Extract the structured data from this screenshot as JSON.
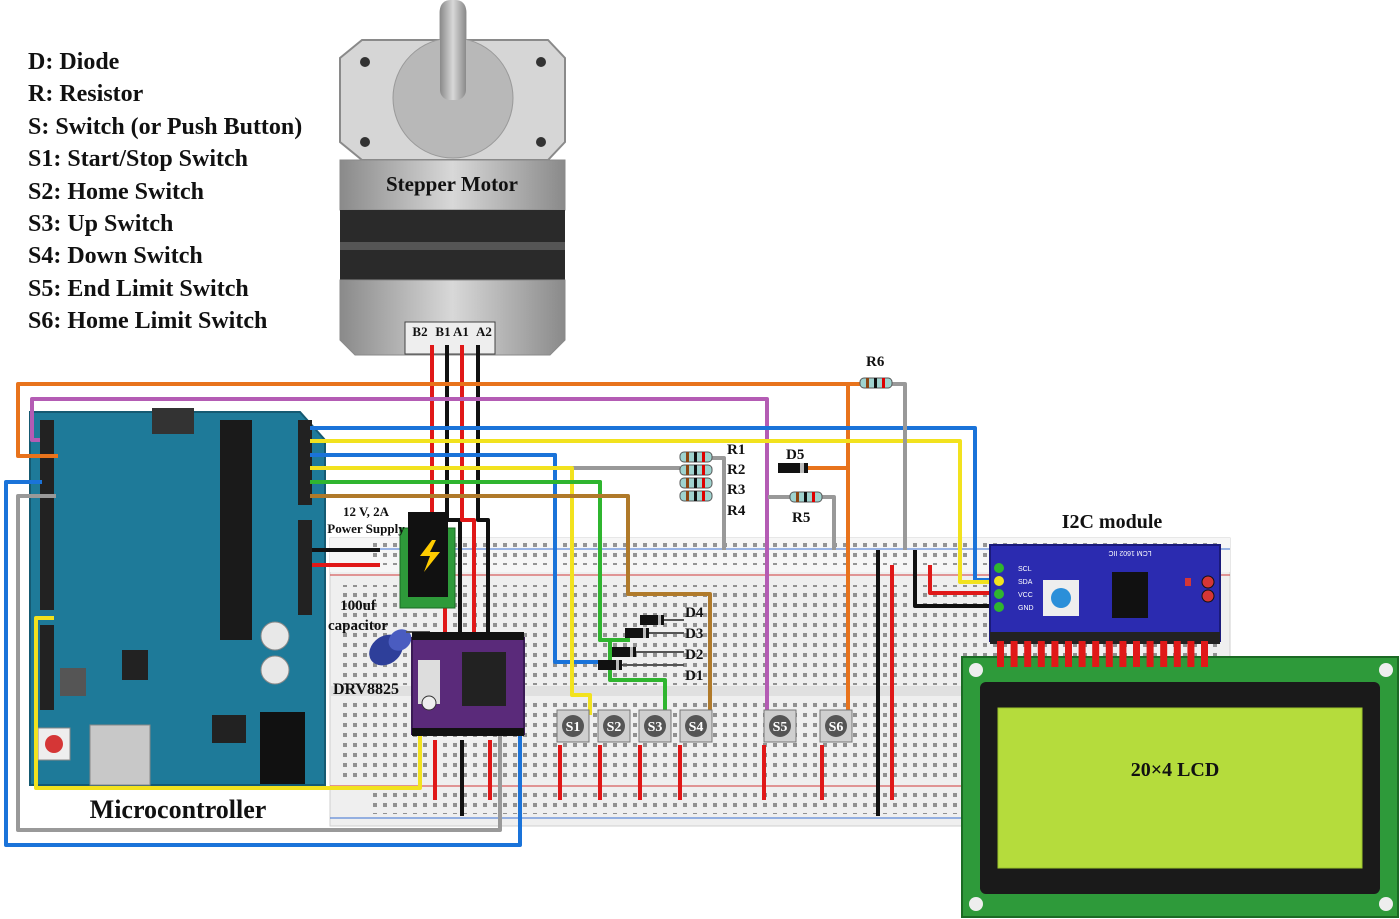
{
  "legend": [
    "D: Diode",
    "R: Resistor",
    "S:  Switch (or Push Button)",
    "S1: Start/Stop Switch",
    "S2: Home Switch",
    "S3: Up Switch",
    "S4: Down Switch",
    "S5: End Limit Switch",
    "S6: Home Limit Switch"
  ],
  "motor": {
    "label": "Stepper Motor",
    "pins": [
      "B2",
      "B1",
      "A1",
      "A2"
    ]
  },
  "power_supply": {
    "line1": "12 V, 2A",
    "line2": "Power Supply"
  },
  "capacitor": {
    "line1": "100uf",
    "line2": "capacitor"
  },
  "driver": {
    "label": "DRV8825"
  },
  "microcontroller": {
    "label": "Microcontroller"
  },
  "resistors": [
    "R1",
    "R2",
    "R3",
    "R4",
    "R5",
    "R6"
  ],
  "diodes": [
    "D1",
    "D2",
    "D3",
    "D4",
    "D5"
  ],
  "switches": [
    "S1",
    "S2",
    "S3",
    "S4",
    "S5",
    "S6"
  ],
  "i2c": {
    "label": "I2C module",
    "board_text": "LCM 1602 IIC",
    "pins": [
      "SCL",
      "SDA",
      "VCC",
      "GND"
    ]
  },
  "lcd": {
    "label": "20×4 LCD"
  },
  "colors": {
    "orange": "#e8731c",
    "purple": "#b45cb4",
    "blue": "#1a73d9",
    "yellow": "#f2e21e",
    "green": "#2fb52f",
    "gray": "#999999",
    "brown": "#b07a2a",
    "red": "#e01818",
    "black": "#111111",
    "arduino": "#1e7a99",
    "lcd_bg": "#b5dc3c",
    "lcd_pcb": "#2e9a3a"
  }
}
